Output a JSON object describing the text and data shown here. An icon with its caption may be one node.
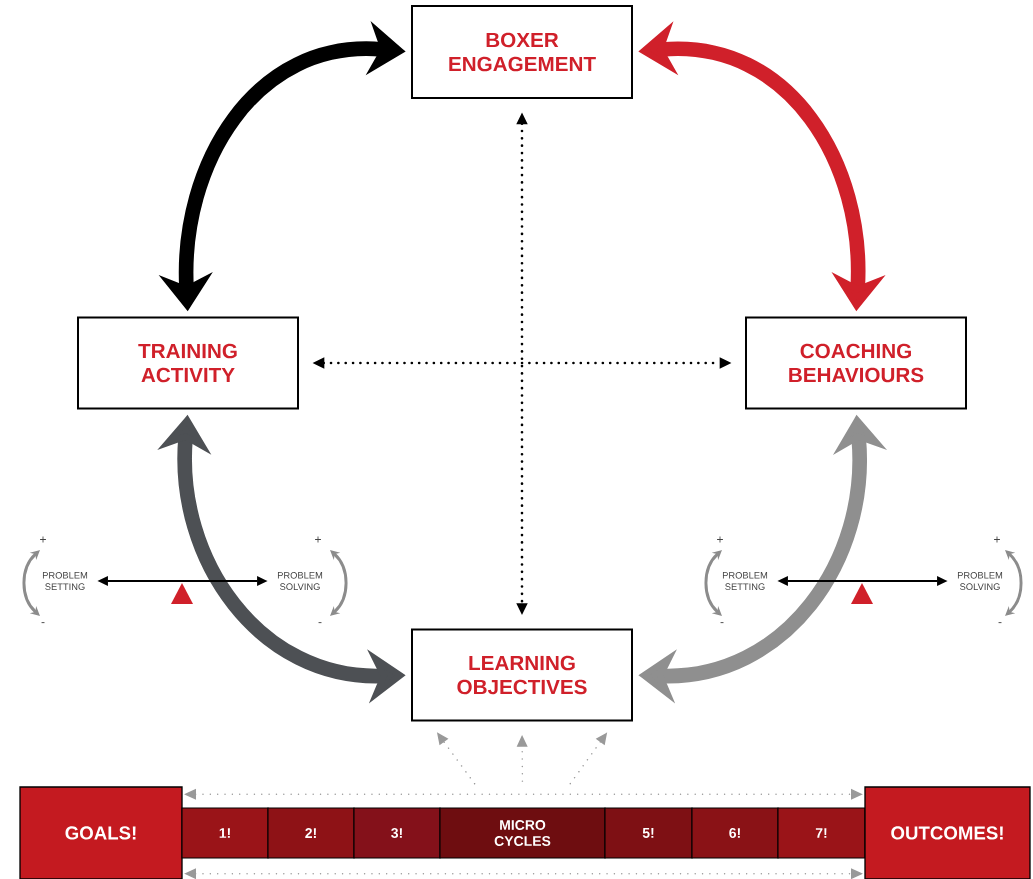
{
  "diagram": {
    "nodes": [
      {
        "text": [
          "BOXER ENGAGEMENT"
        ]
      },
      {
        "text": [
          "TRAINING ACTIVITY"
        ]
      },
      {
        "text": [
          "COACHING BEHAVIOURS"
        ]
      },
      {
        "text": [
          "PROBLEM SETTING"
        ]
      },
      {
        "text": [
          "PROBLEM SOLVING"
        ]
      },
      {
        "text": [
          "PROBLEM SETTING"
        ]
      },
      {
        "text": [
          "PROBLEM SOLVING"
        ]
      },
      {
        "text": [
          "LEARNING OBJECTIVES"
        ]
      },
      {
        "text": [
          "GOALS!"
        ]
      },
      {
        "text": [
          "1!"
        ]
      },
      {
        "text": [
          "2!"
        ]
      },
      {
        "text": [
          "3!"
        ]
      },
      {
        "text": [
          "MICRO CYCLES"
        ]
      },
      {
        "text": [
          "5!"
        ]
      },
      {
        "text": [
          "6!"
        ]
      },
      {
        "text": [
          "7!"
        ]
      },
      {
        "text": [
          "OUTCOMES!"
        ]
      }
    ],
    "edges": [
      {
        "from": 0,
        "to": 1,
        "arrow": "both",
        "style": "thick"
      },
      {
        "from": 0,
        "to": 2,
        "arrow": "both",
        "style": "thick",
        "color": "#d0202a"
      },
      {
        "from": 1,
        "to": 7,
        "arrow": "both",
        "style": "thick",
        "color": "#4d5054"
      },
      {
        "from": 2,
        "to": 7,
        "arrow": "both",
        "style": "thick",
        "color": "#8f8f8f"
      },
      {
        "from": 0,
        "to": 7,
        "arrow": "both",
        "style": "dashed"
      },
      {
        "from": 1,
        "to": 2,
        "arrow": "both",
        "style": "dashed"
      },
      {
        "from": 12,
        "to": 7,
        "arrow": "to",
        "style": "dashed",
        "color": "#999999"
      },
      {
        "from": 12,
        "to": 7,
        "arrow": "to",
        "style": "dashed",
        "color": "#999999"
      },
      {
        "from": 12,
        "to": 7,
        "arrow": "to",
        "style": "dashed",
        "color": "#999999"
      },
      {
        "from": 8,
        "to": 16,
        "arrow": "both",
        "style": "dashed",
        "color": "#999999"
      },
      {
        "from": 8,
        "to": 16,
        "arrow": "both",
        "style": "dashed",
        "color": "#999999"
      },
      {
        "from": 3,
        "to": 4,
        "arrow": "both"
      },
      {
        "from": 5,
        "to": 6,
        "arrow": "both"
      }
    ],
    "labels": [
      "+",
      "+",
      "+",
      "+",
      "-",
      "-",
      "-",
      "-"
    ]
  }
}
